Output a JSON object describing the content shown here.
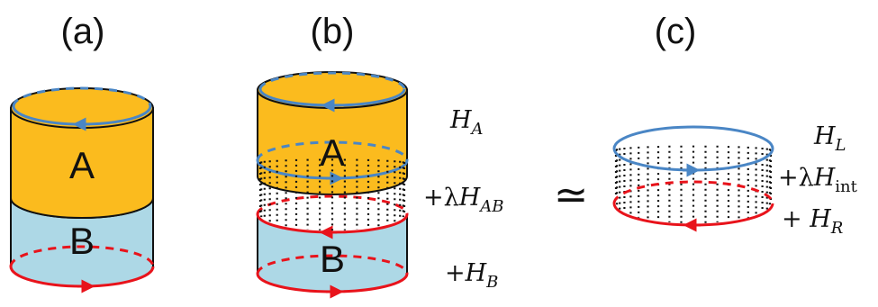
{
  "panels": {
    "a": {
      "label": "(a)"
    },
    "b": {
      "label": "(b)"
    },
    "c": {
      "label": "(c)"
    }
  },
  "regions": {
    "a_top": "A",
    "a_bottom": "B",
    "b_top": "A",
    "b_bottom": "B"
  },
  "equations": {
    "H_A": {
      "prefix": "",
      "sym": "H",
      "sub": "A"
    },
    "lambda_H_AB": {
      "prefix": "+λ",
      "sym": "H",
      "sub": "AB"
    },
    "H_B": {
      "prefix": "+",
      "sym": "H",
      "sub": "B"
    },
    "H_L": {
      "prefix": "",
      "sym": "H",
      "sub": "L"
    },
    "lambda_H_int": {
      "prefix": "+λ",
      "sym": "H",
      "sub": "int"
    },
    "H_R": {
      "prefix": "+ ",
      "sym": "H",
      "sub": "R"
    }
  },
  "approx_symbol": "≃",
  "colors": {
    "region_A_fill": "#FBBB1E",
    "region_B_fill": "#ADD8E6",
    "edge_blue": "#4A86C5",
    "edge_red": "#E8131B",
    "outline": "#111111"
  }
}
